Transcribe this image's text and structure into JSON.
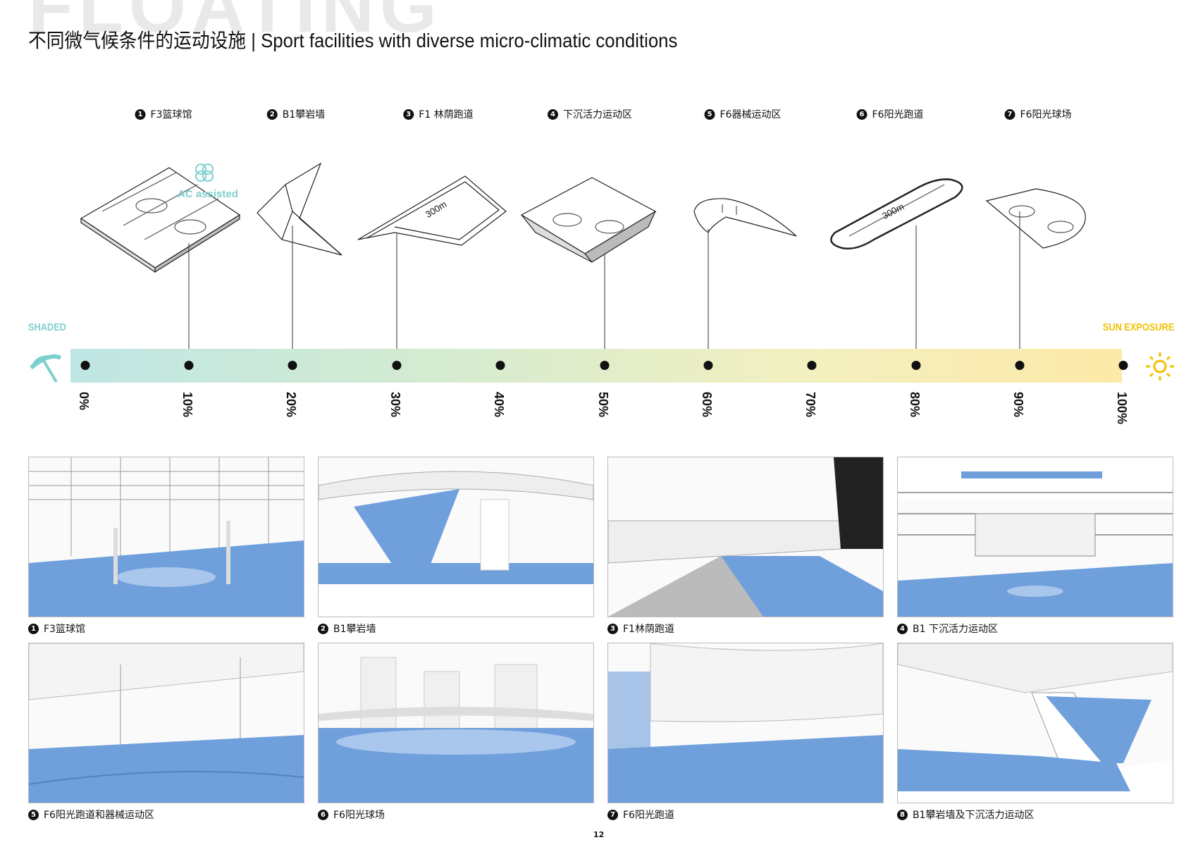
{
  "page": {
    "ghost_word": "FLOATING",
    "title": "不同微气候条件的运动设施 | Sport facilities with diverse micro-climatic conditions",
    "page_number": "12"
  },
  "facilities": [
    {
      "num": "1",
      "label": "F3篮球馆",
      "percent": 10
    },
    {
      "num": "2",
      "label": "B1攀岩墙",
      "percent": 20
    },
    {
      "num": "3",
      "label": "F1 林荫跑道",
      "percent": 30
    },
    {
      "num": "4",
      "label": "下沉活力运动区",
      "percent": 50
    },
    {
      "num": "5",
      "label": "F6器械运动区",
      "percent": 60
    },
    {
      "num": "6",
      "label": "F6阳光跑道",
      "percent": 80
    },
    {
      "num": "7",
      "label": "F6阳光球场",
      "percent": 90
    }
  ],
  "annotations": {
    "ac": "AC assisted",
    "track3": "300m",
    "track6": "300m"
  },
  "scale": {
    "left_label": "SHADED",
    "right_label": "SUN EXPOSURE",
    "ticks": [
      "0%",
      "10%",
      "20%",
      "30%",
      "40%",
      "50%",
      "60%",
      "70%",
      "80%",
      "90%",
      "100%"
    ],
    "colors": {
      "shade": "#bfe6e4",
      "sun": "#fde9a8",
      "shade_icon": "#7fcfcf",
      "sun_icon": "#f2c100"
    }
  },
  "photos": [
    {
      "num": "1",
      "caption": "F3篮球馆"
    },
    {
      "num": "2",
      "caption": "B1攀岩墙"
    },
    {
      "num": "3",
      "caption": "F1林荫跑道"
    },
    {
      "num": "4",
      "caption": "B1 下沉活力运动区"
    },
    {
      "num": "5",
      "caption": "F6阳光跑道和器械运动区"
    },
    {
      "num": "6",
      "caption": "F6阳光球场"
    },
    {
      "num": "7",
      "caption": "F6阳光跑道"
    },
    {
      "num": "8",
      "caption": "B1攀岩墙及下沉活力运动区"
    }
  ],
  "accent_color": "#6fa0dc"
}
